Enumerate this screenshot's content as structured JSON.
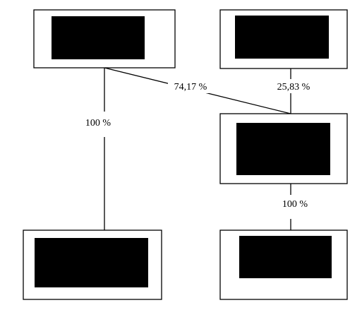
{
  "diagram": {
    "colors": {
      "background": "#ffffff",
      "line": "#000000",
      "redaction": "#000000"
    },
    "nodes": [
      {
        "id": "top-left",
        "label_redacted": true
      },
      {
        "id": "top-right",
        "label_redacted": true
      },
      {
        "id": "middle-right",
        "label_redacted": true
      },
      {
        "id": "bottom-left",
        "label_redacted": true
      },
      {
        "id": "bottom-right",
        "label_redacted": true
      }
    ],
    "edges": [
      {
        "from": "top-left",
        "to": "bottom-left",
        "share": "100 %"
      },
      {
        "from": "top-left",
        "to": "middle-right",
        "share": "74,17 %"
      },
      {
        "from": "top-right",
        "to": "middle-right",
        "share": "25,83 %"
      },
      {
        "from": "middle-right",
        "to": "bottom-right",
        "share": "100 %"
      }
    ]
  }
}
